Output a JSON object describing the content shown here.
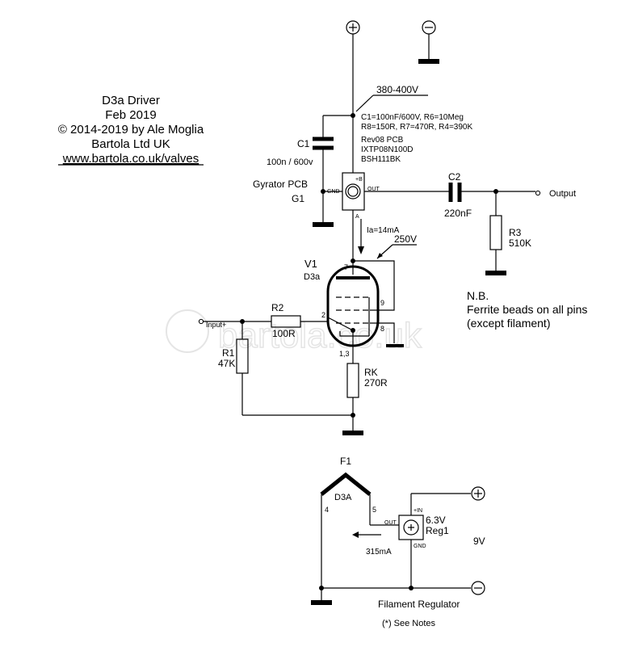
{
  "title_block": {
    "title": "D3a Driver",
    "date": "Feb 2019",
    "copyright": "© 2014-2019 by Ale Moglia",
    "company": "Bartola Ltd UK",
    "url": "www.bartola.co.uk/valves"
  },
  "watermark": "bartola.co.uk",
  "supply": {
    "plus_symbol": "+",
    "minus_symbol": "−",
    "voltage": "380-400V"
  },
  "notes_block": {
    "line1": "C1=100nF/600V, R6=10Meg",
    "line2": "R8=150R, R7=470R, R4=390K",
    "line3": "Rev08 PCB",
    "line4": "IXTP08N100D",
    "line5": "BSH111BK"
  },
  "c1": {
    "name": "C1",
    "value": "100n / 600v"
  },
  "gyrator": {
    "label": "Gyrator PCB",
    "ref": "G1",
    "pin_b": "+B",
    "pin_gnd": "GND",
    "pin_out": "OUT",
    "pin_a": "A"
  },
  "c2": {
    "name": "C2",
    "value": "220nF"
  },
  "output_label": "Output",
  "r3": {
    "name": "R3",
    "value": "510K"
  },
  "ia_label": "Ia=14mA",
  "anode_voltage": "250V",
  "tube": {
    "ref": "V1",
    "type": "D3a",
    "pin_anode": "7",
    "pin_g2": "9",
    "pin_grid": "2",
    "pin_g3": "8",
    "pin_cathode": "1,3"
  },
  "r2": {
    "name": "R2",
    "value": "100R"
  },
  "input_label": "Input+",
  "r1": {
    "name": "R1",
    "value": "47K"
  },
  "rk": {
    "name": "RK",
    "value": "270R"
  },
  "nb": {
    "line1": "N.B.",
    "line2": "Ferrite beads on all pins",
    "line3": "(except filament)"
  },
  "filament": {
    "ref": "F1",
    "tube_type": "D3A",
    "pin_left": "4",
    "pin_right": "5",
    "current": "315mA",
    "regulator_label": "Filament Regulator",
    "see_notes": "(*) See Notes"
  },
  "regulator": {
    "pin_in": "+IN",
    "pin_out": "OUT",
    "pin_gnd": "GND",
    "voltage": "6.3V",
    "ref": "Reg1"
  },
  "filament_supply": {
    "plus_symbol": "+",
    "minus_symbol": "−",
    "voltage": "9V"
  }
}
